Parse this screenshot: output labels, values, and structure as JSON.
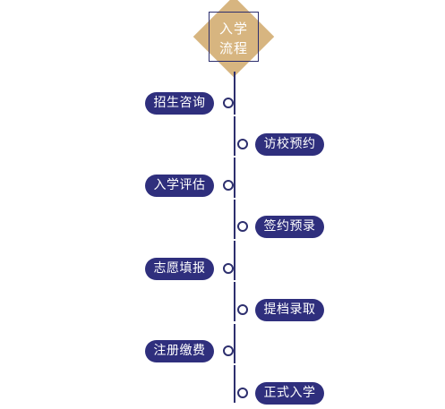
{
  "header": {
    "line1": "入学",
    "line2": "流程"
  },
  "steps": [
    {
      "label": "招生咨询",
      "side": "left"
    },
    {
      "label": "访校预约",
      "side": "right"
    },
    {
      "label": "入学评估",
      "side": "left"
    },
    {
      "label": "签约预录",
      "side": "right"
    },
    {
      "label": "志愿填报",
      "side": "left"
    },
    {
      "label": "提档录取",
      "side": "right"
    },
    {
      "label": "注册缴费",
      "side": "left"
    },
    {
      "label": "正式入学",
      "side": "right"
    }
  ],
  "colors": {
    "navy": "#2f2f7d",
    "line": "#2d2f6e",
    "diamond": "#d7b580"
  }
}
